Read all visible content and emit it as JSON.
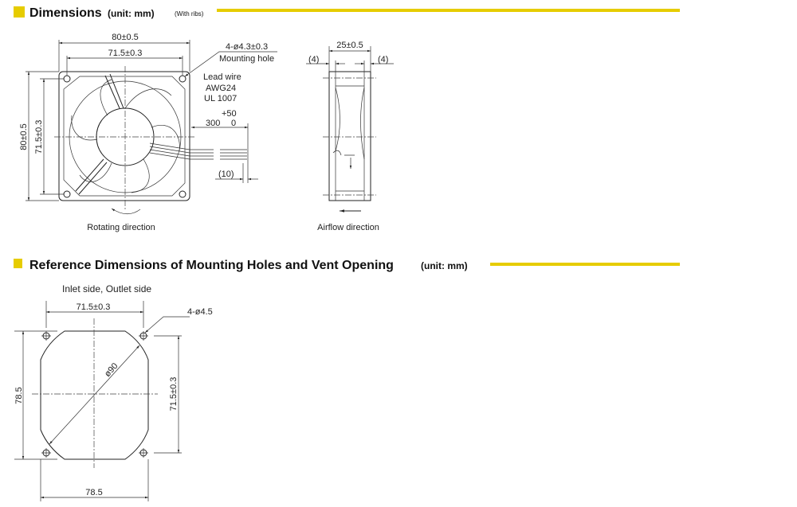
{
  "accent_color": "#e6cc00",
  "section1": {
    "title": "Dimensions",
    "unit": "(unit: mm)",
    "note": "(With ribs)",
    "front": {
      "width_outer": "80±0.5",
      "width_holes": "71.5±0.3",
      "height_outer": "80±0.5",
      "height_holes": "71.5±0.3",
      "hole_spec": "4-ø4.3±0.3",
      "hole_label": "Mounting hole",
      "lead_wire": "Lead wire",
      "awg": "AWG24",
      "ul": "UL 1007",
      "wire_tol_upper": "+50",
      "wire_length": "300",
      "wire_tol_lower": "0",
      "strip_length": "(10)",
      "caption": "Rotating direction"
    },
    "side": {
      "depth": "25±0.5",
      "rib_left": "(4)",
      "rib_right": "(4)",
      "caption": "Airflow direction"
    }
  },
  "section2": {
    "title": "Reference Dimensions of Mounting Holes and Vent Opening",
    "unit": "(unit: mm)",
    "subtitle": "Inlet side, Outlet side",
    "hole_pitch_h": "71.5±0.3",
    "hole_pitch_v": "71.5±0.3",
    "hole_spec": "4-ø4.5",
    "diameter": "ø90",
    "opening_h": "78.5",
    "opening_v": "78.5"
  }
}
